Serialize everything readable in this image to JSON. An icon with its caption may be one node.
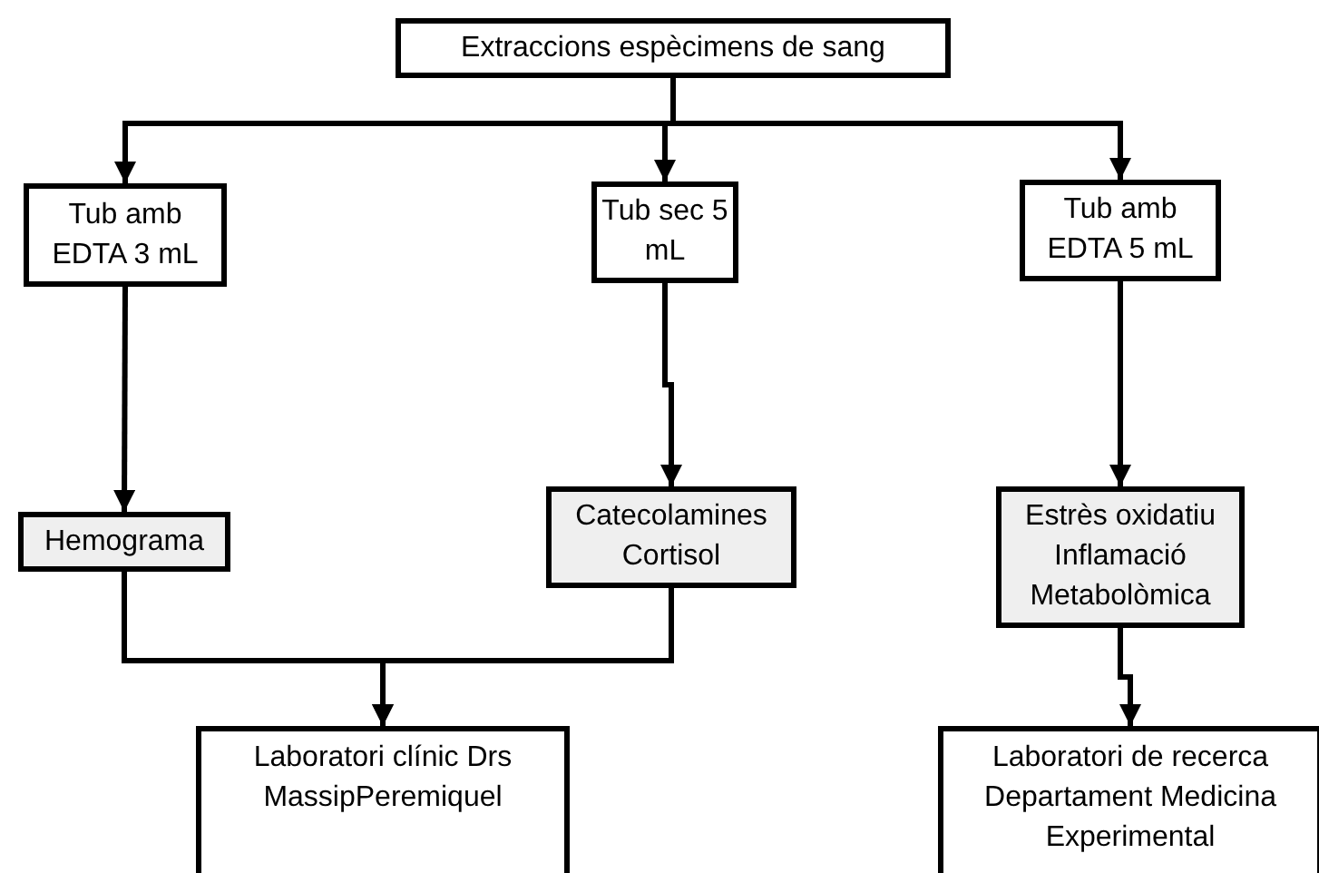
{
  "diagram": {
    "nodes": [
      {
        "text": [
          "Extraccions espècimens de sang"
        ]
      },
      {
        "text": [
          "Tub amb EDTA 3 mL"
        ]
      },
      {
        "text": [
          "Tub sec 5 mL"
        ]
      },
      {
        "text": [
          "Tub amb EDTA 5 mL"
        ]
      },
      {
        "text": [
          "Hemograma"
        ]
      },
      {
        "text": [
          "Catecolamines Cortisol"
        ]
      },
      {
        "text": [
          "Estrès oxidatiu Inflamació Metabolòmica"
        ]
      },
      {
        "text": [
          "Laboratori clínic Drs MassipPeremiquel"
        ]
      },
      {
        "text": [
          "Laboratori de recerca Departament Medicina Experimental"
        ]
      }
    ],
    "edges": [
      {
        "from": 0,
        "to": 1,
        "arrow": "to"
      },
      {
        "from": 0,
        "to": 2,
        "arrow": "to"
      },
      {
        "from": 0,
        "to": 3,
        "arrow": "to"
      },
      {
        "from": 1,
        "to": 4,
        "arrow": "to"
      },
      {
        "from": 2,
        "to": 5,
        "arrow": "to"
      },
      {
        "from": 3,
        "to": 6,
        "arrow": "to"
      },
      {
        "from": 4,
        "to": 7,
        "arrow": "to"
      },
      {
        "from": 5,
        "to": 7,
        "arrow": "to"
      },
      {
        "from": 6,
        "to": 8,
        "arrow": "to"
      }
    ]
  }
}
